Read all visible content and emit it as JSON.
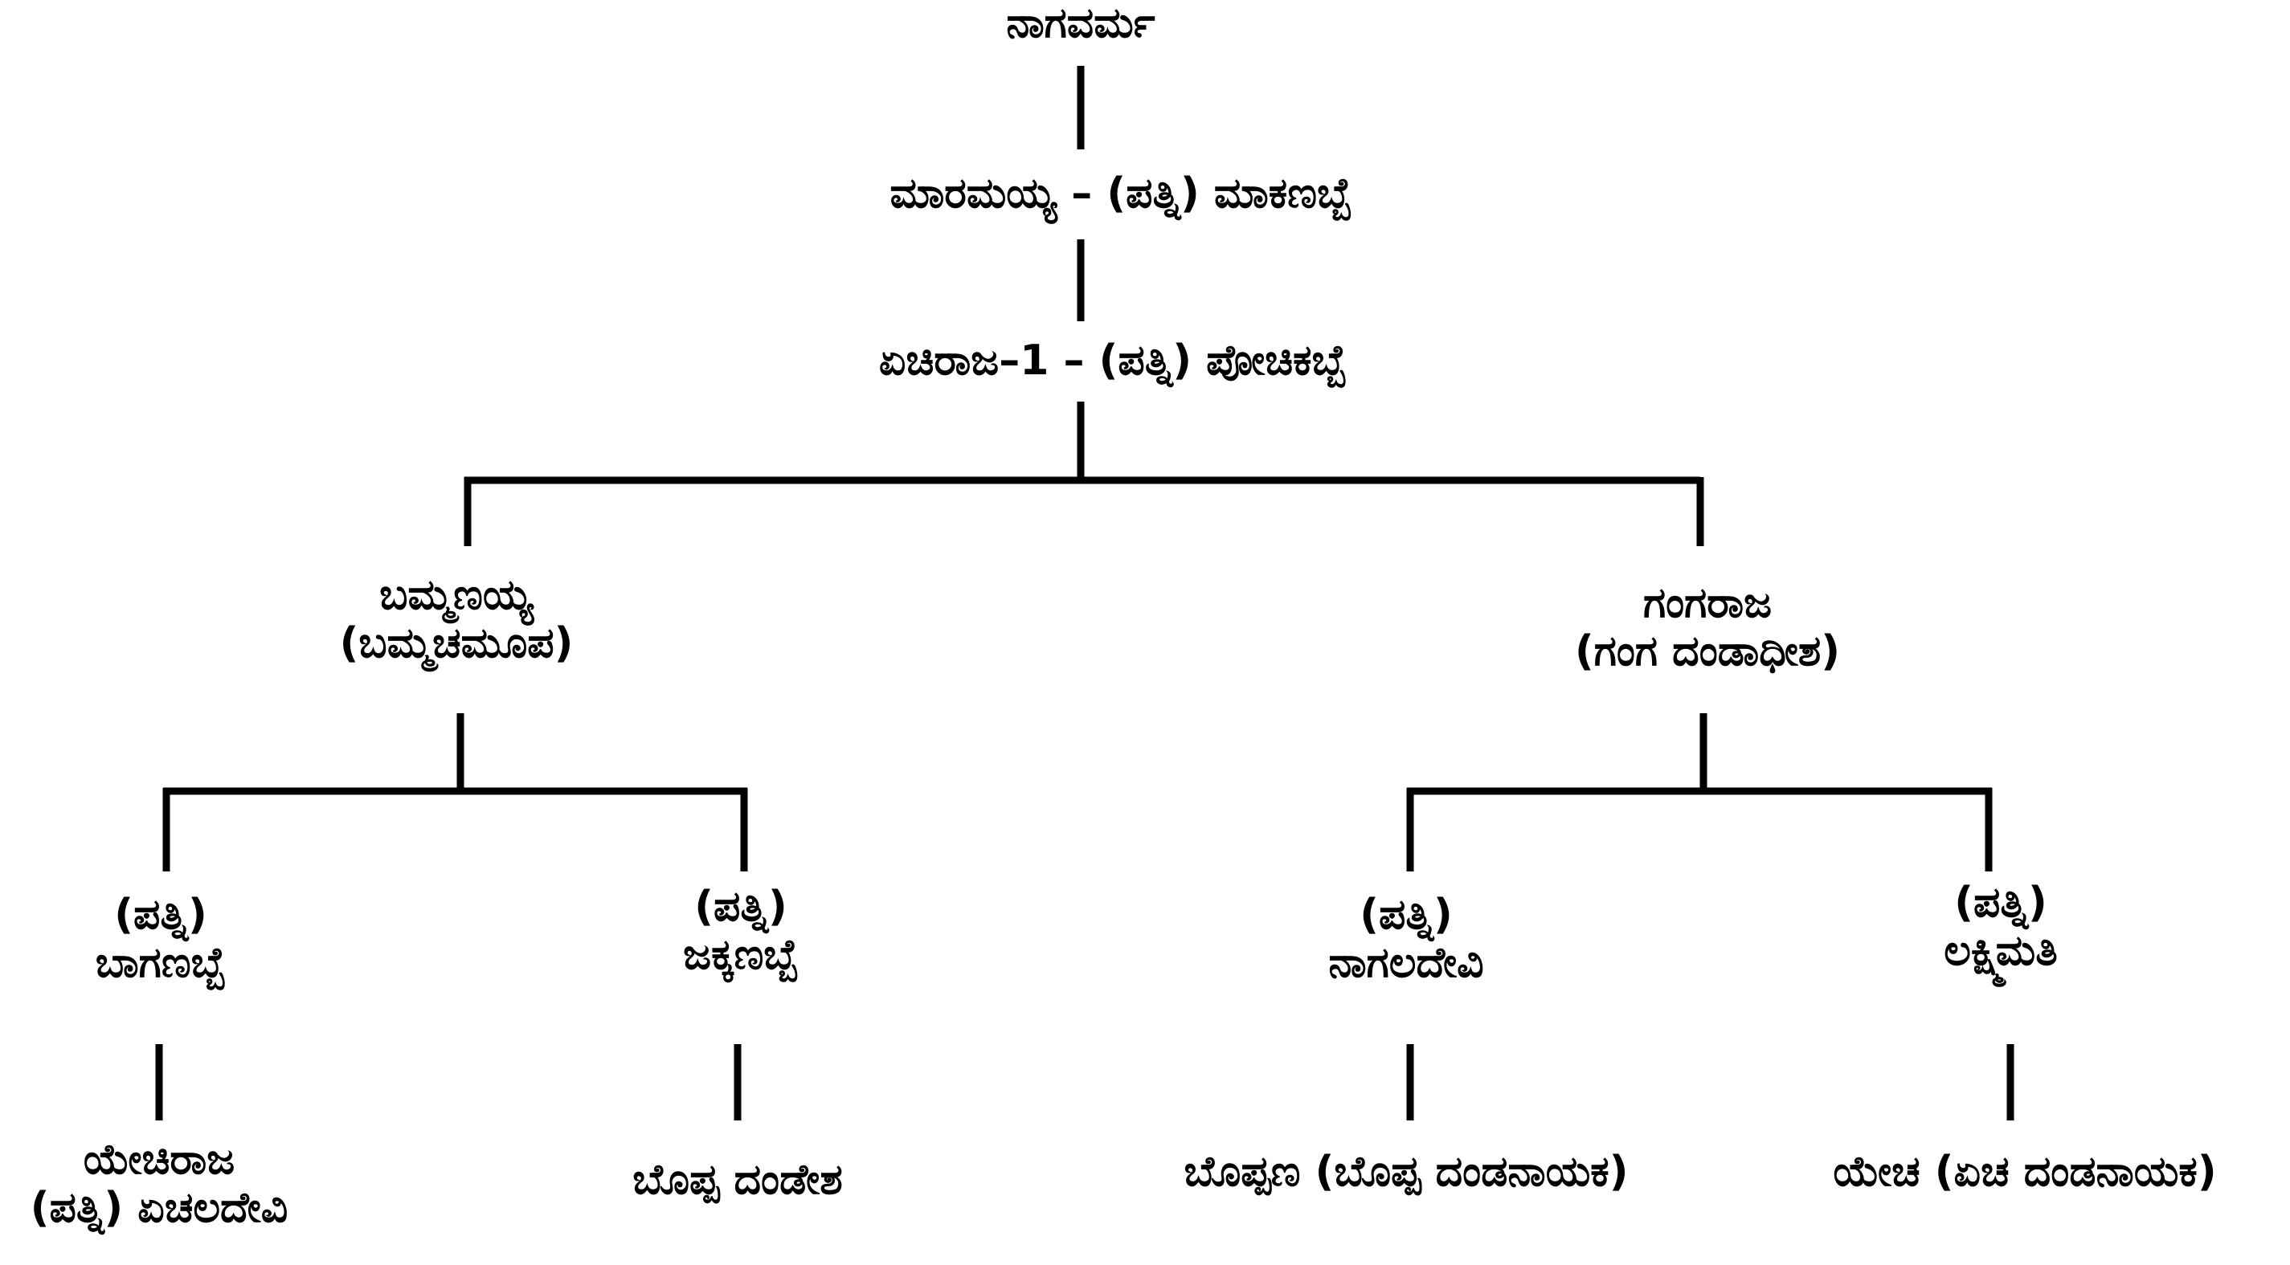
{
  "tree": {
    "root": "ನಾಗವರ್ಮ",
    "gen2": "ಮಾರಮಯ್ಯ  –  (ಪತ್ನಿ)  ಮಾಕಣಬ್ಬೆ",
    "gen3": "ಏಚಿರಾಜ–1  –  (ಪತ್ನಿ)  ಪೋಚಿಕಬ್ಬೆ",
    "left_son": {
      "name": "ಬಮ್ಮಣಯ್ಯ",
      "title": "(ಬಮ್ಮಚಮೂಪ)"
    },
    "right_son": {
      "name": "ಗಂಗರಾಜ",
      "title": "(ಗಂಗ ದಂಡಾಧೀಶ)"
    },
    "wives": [
      {
        "label": "(ಪತ್ನಿ)",
        "name": "ಬಾಗಣಬ್ಬೆ"
      },
      {
        "label": "(ಪತ್ನಿ)",
        "name": "ಜಕ್ಕಣಬ್ಬೆ"
      },
      {
        "label": "(ಪತ್ನಿ)",
        "name": "ನಾಗಲದೇವಿ"
      },
      {
        "label": "(ಪತ್ನಿ)",
        "name": "ಲಕ್ಷ್ಮಿಮತಿ"
      }
    ],
    "children": [
      {
        "line1": "ಯೇಚಿರಾಜ",
        "line2": "(ಪತ್ನಿ) ಏಚಲದೇವಿ"
      },
      {
        "line1": "ಬೊಪ್ಪ ದಂಡೇಶ"
      },
      {
        "line1": "ಬೊಪ್ಪಣ  (ಬೊಪ್ಪ  ದಂಡನಾಯಕ)"
      },
      {
        "line1": "ಯೇಚ  (ಏಚ  ದಂಡನಾಯಕ)"
      }
    ]
  }
}
